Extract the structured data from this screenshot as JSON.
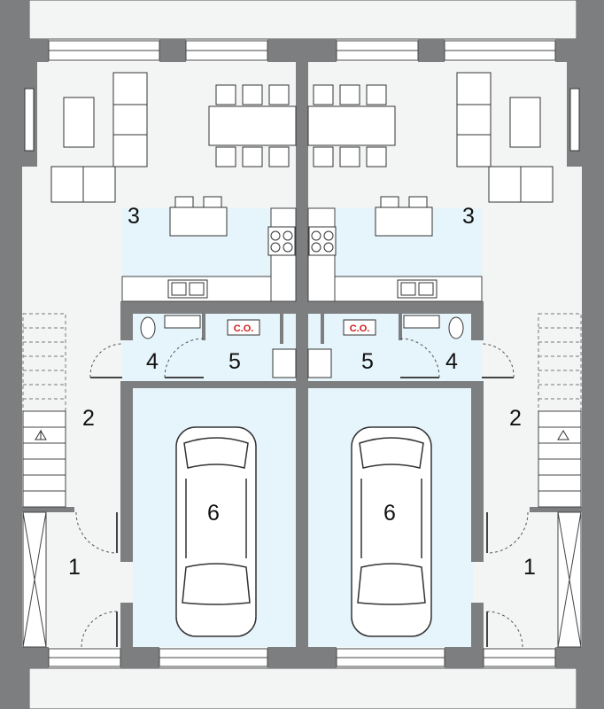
{
  "plan": {
    "units": [
      {
        "rooms": [
          {
            "id": "1",
            "label": "1"
          },
          {
            "id": "2",
            "label": "2"
          },
          {
            "id": "3",
            "label": "3"
          },
          {
            "id": "4",
            "label": "4"
          },
          {
            "id": "5",
            "label": "5"
          },
          {
            "id": "6",
            "label": "6"
          }
        ],
        "boiler_tag": "C.O."
      },
      {
        "rooms": [
          {
            "id": "1",
            "label": "1"
          },
          {
            "id": "2",
            "label": "2"
          },
          {
            "id": "3",
            "label": "3"
          },
          {
            "id": "4",
            "label": "4"
          },
          {
            "id": "5",
            "label": "5"
          },
          {
            "id": "6",
            "label": "6"
          }
        ],
        "boiler_tag": "C.O."
      }
    ],
    "colors": {
      "wall": "#7d7e80",
      "floor": "#f3f4f4",
      "wet_room": "#e6f4fb",
      "fixture_fill": "#ffffff",
      "line": "#3a3a3a",
      "tag_text": "#d21a1a"
    }
  }
}
